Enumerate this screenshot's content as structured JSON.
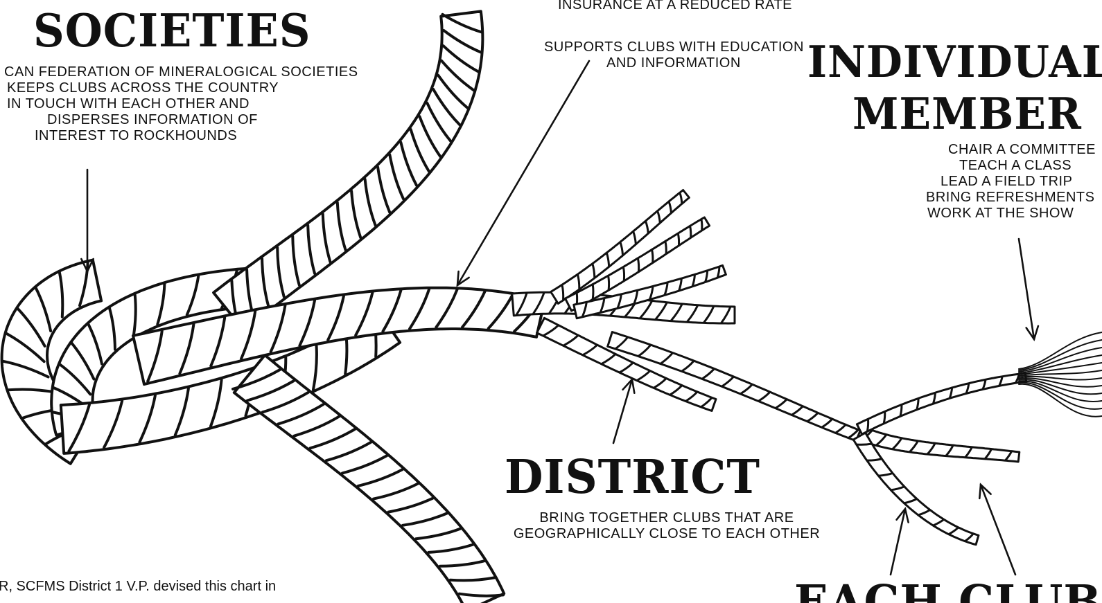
{
  "societies": {
    "heading": "SOCIETIES",
    "lines": [
      "CAN FEDERATION OF MINERALOGICAL SOCIETIES",
      "KEEPS CLUBS  ACROSS  THE COUNTRY",
      "IN  TOUCH  WITH  EACH OTHER AND",
      "DISPERSES INFORMATION OF",
      "INTEREST  TO  ROCKHOUNDS"
    ]
  },
  "regional": {
    "line_top": "INSURANCE AT A REDUCED RATE",
    "lines": [
      "SUPPORTS CLUBS WITH EDUCATION",
      "AND INFORMATION"
    ]
  },
  "individual": {
    "heading_1": "INDIVIDUAL",
    "heading_2": "MEMBER",
    "lines": [
      "CHAIR  A COMMITTEE",
      "TEACH  A CLASS",
      "LEAD  A FIELD TRIP",
      "BRING REFRESHMENTS",
      "WORK AT  THE SHOW"
    ]
  },
  "district": {
    "heading": "DISTRICT",
    "lines": [
      "BRING  TOGETHER  CLUBS THAT ARE",
      "GEOGRAPHICALLY CLOSE  TO EACH OTHER"
    ]
  },
  "each_club": {
    "heading": "EACH CLUB"
  },
  "footer": {
    "credit": "R, SCFMS District 1 V.P. devised this chart in"
  },
  "colors": {
    "ink": "#111111",
    "paper": "#ffffff"
  }
}
